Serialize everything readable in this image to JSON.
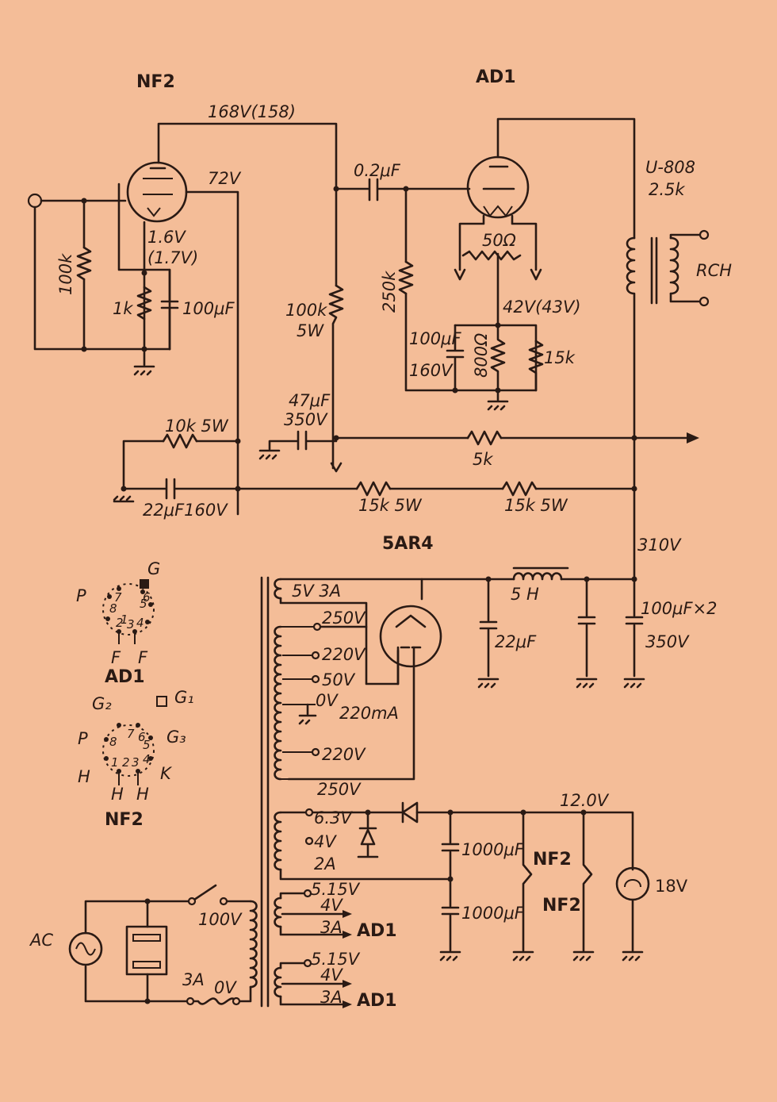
{
  "labels": {
    "nf2_title": "NF2",
    "ad1_title": "AD1",
    "rect_title": "5AR4",
    "v_plate_nf2": "168V(158)",
    "v_screen_nf2": "72V",
    "v_cathode_nf2": "1.6V",
    "v_cathode_nf2_alt": "(1.7V)",
    "r_grid_nf2": "100k",
    "r_cathode_nf2": "1k",
    "c_cathode_nf2": "100μF",
    "c_coupling": "0.2μF",
    "r_plate_nf2": "100k",
    "r_plate_nf2_w": "5W",
    "r_grid_ad1": "250k",
    "r_hum": "50Ω",
    "v_cathode_ad1": "42V(43V)",
    "c_cathode_ad1": "100μF",
    "c_cathode_ad1_v": "160V",
    "r_cathode_ad1a": "800Ω",
    "r_cathode_ad1b": "15k",
    "out_xfmr": "U-808",
    "out_xfmr_z": "2.5k",
    "out_label": "RCH",
    "c_decouple1": "47μF",
    "c_decouple1_v": "350V",
    "r_screen": "10k 5W",
    "r_drop": "5k",
    "c_decouple2": "22μF160V",
    "r_drop2a": "15k 5W",
    "r_drop2b": "15k 5W",
    "v_b_plus": "310V",
    "choke": "5 H",
    "c_filter1": "22μF",
    "c_filter2": "100μF×2",
    "c_filter2_v": "350V",
    "tap_5v": "5V 3A",
    "tap_250a": "250V",
    "tap_220a": "220V",
    "tap_50": "50V",
    "tap_0": "0V",
    "tap_current": "220mA",
    "tap_220b": "220V",
    "tap_250b": "250V",
    "tap_63": "6.3V",
    "tap_4": "4V",
    "tap_2a": "2A",
    "tap_515a": "5.15V",
    "tap_4a": "4V",
    "tap_3a_a": "3A",
    "ad1_fil_a": "AD1",
    "tap_515b": "5.15V",
    "tap_4b": "4V",
    "tap_3a_b": "3A",
    "ad1_fil_b": "AD1",
    "v_heater_dc": "12.0V",
    "c_heater1": "1000μF",
    "c_heater2": "1000μF",
    "heater_nf2a": "NF2",
    "heater_nf2b": "NF2",
    "pilot_lamp": "18V",
    "ac_label": "AC",
    "pri_100": "100V",
    "pri_0": "0V",
    "fuse": "3A",
    "base_ad1": "AD1",
    "base_nf2": "NF2",
    "pin_G": "G",
    "pin_P": "P",
    "pin_F1": "F",
    "pin_F2": "F",
    "pin_G1": "G₁",
    "pin_G2": "G₂",
    "pin_G3": "G₃",
    "pin_P2": "P",
    "pin_H1": "H",
    "pin_K": "K",
    "pin_Hb1": "H",
    "pin_Hb2": "H"
  }
}
